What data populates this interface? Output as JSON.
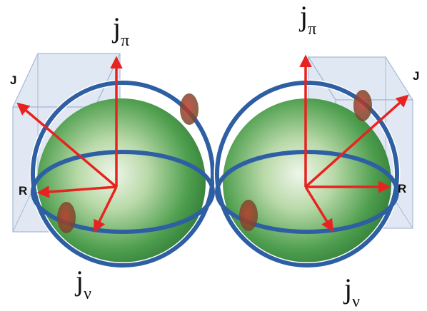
{
  "labels": {
    "j": "j",
    "pi_sub": "π",
    "nu_sub": "ν",
    "J": "J",
    "R": "R"
  },
  "colors": {
    "arrow": "#e8231f",
    "orbit": "#2e5fa3",
    "sphere_fill": "#3f9a44",
    "cube_face": "#c9d6e8",
    "cube_edge": "#9aaed0",
    "nucleon": "#8a3a2a"
  }
}
